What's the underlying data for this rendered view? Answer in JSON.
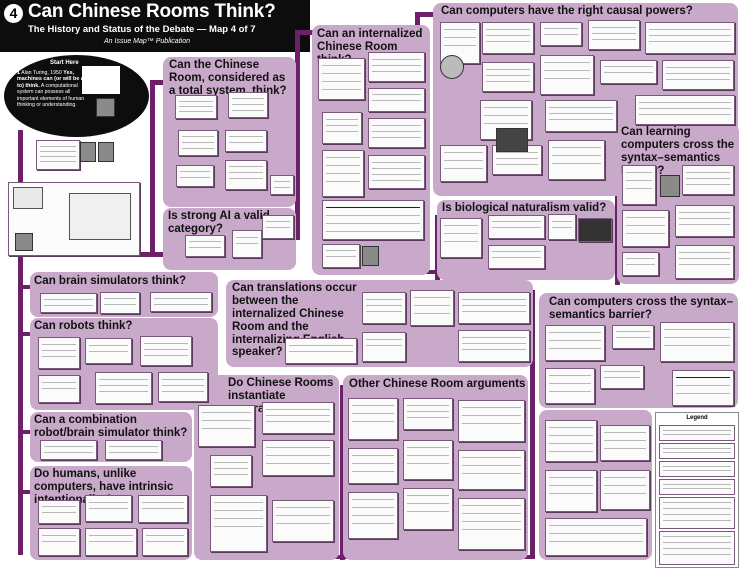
{
  "header": {
    "map_number": "4",
    "title": "Can Chinese Rooms Think?",
    "subtitle": "The History and Status of the Debate — Map 4 of 7",
    "publisher": "An Issue Map™ Publication"
  },
  "start": {
    "label": "Start Here",
    "claim_number": "1",
    "claim_author": "Alan Turing, 1950",
    "claim_bold": "Yes, machines can (or will be able to) think.",
    "claim_rest": "A computational system can possess all important elements of human thinking or understanding."
  },
  "regions": {
    "total_system": "Can the Chinese Room, considered as a total system, think?",
    "internalized": "Can an internalized Chinese Room think?",
    "causal_powers": "Can computers have the right causal powers?",
    "strong_ai": "Is strong AI a valid category?",
    "biological": "Is biological naturalism valid?",
    "learning": "Can learning computers cross the syntax–semantics barrier?",
    "brain_simulators": "Can brain simulators think?",
    "robots": "Can robots think?",
    "translations": "Can translations occur between the internalized Chinese Room and the internalizing English speaker?",
    "cross_barrier": "Can computers cross the syntax–semantics barrier?",
    "instantiate": "Do Chinese Rooms instantiate programs?",
    "other": "Other Chinese Room arguments",
    "combination": "Can a combination robot/brain simulator think?",
    "intrinsic": "Do humans, unlike computers, have intrinsic intentionality?"
  },
  "legend": {
    "title": "Legend"
  },
  "colors": {
    "region": "#c9a9c9",
    "pipe": "#6e1f6a",
    "title_bar": "#0d0d0d"
  }
}
